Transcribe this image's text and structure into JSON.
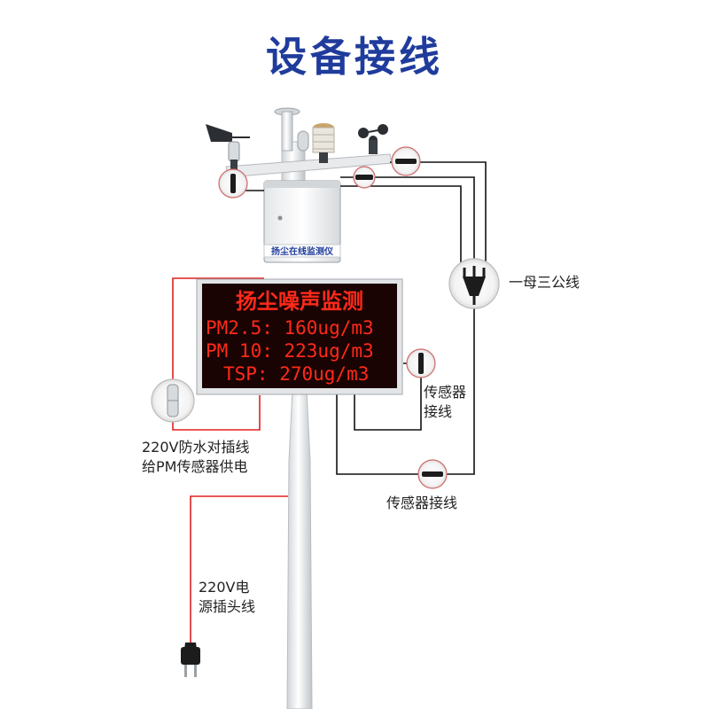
{
  "title": "设备接线",
  "device": {
    "box_label": "扬尘在线监测仪"
  },
  "display": {
    "heading": "扬尘噪声监测",
    "rows": [
      "PM2.5: 160ug/m3",
      "PM 10: 223ug/m3",
      "TSP: 270ug/m3"
    ]
  },
  "labels": {
    "splitter": "一母三公线",
    "sensor_wire_1_line1": "传感器",
    "sensor_wire_1_line2": "接线",
    "waterproof_line1": "220V防水对插线",
    "waterproof_line2": "给PM传感器供电",
    "sensor_wire_2": "传感器接线",
    "power_line1": "220V电",
    "power_line2": "源插头线"
  },
  "colors": {
    "title": "#1f3c9c",
    "led": "#ff2a1a",
    "power_wire": "#e02020",
    "signal_wire": "#111111"
  }
}
